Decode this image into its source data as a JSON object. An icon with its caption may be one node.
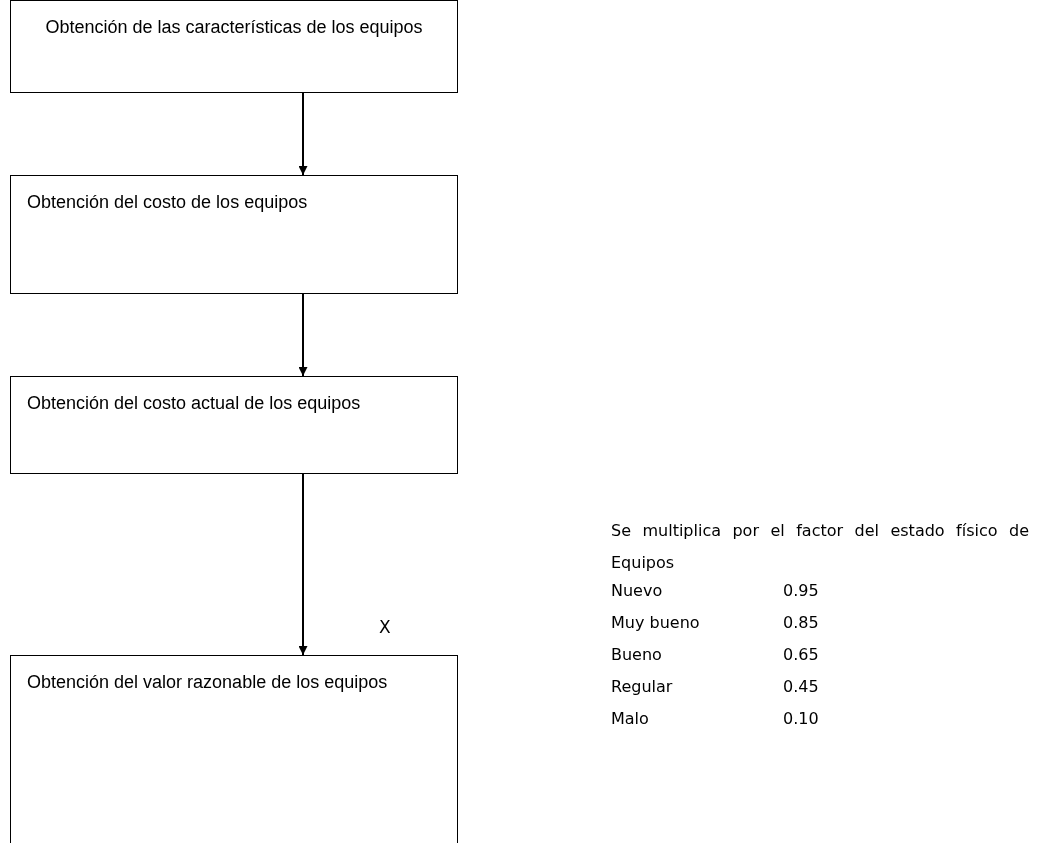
{
  "diagram": {
    "nodes": [
      {
        "text": [
          "Obtención de las características de los equipos"
        ]
      },
      {
        "text": [
          "Obtención del costo de los equipos"
        ]
      },
      {
        "text": [
          "Obtención del costo actual de los equipos"
        ]
      },
      {
        "text": [
          "Obtención del valor razonable de los equipos"
        ]
      }
    ],
    "edges": [
      {
        "from": 0,
        "to": 1,
        "arrow": "to"
      },
      {
        "from": 1,
        "to": 2,
        "arrow": "to"
      },
      {
        "from": 2,
        "to": 3,
        "arrow": "to",
        "label": "X"
      }
    ],
    "labels": [
      "Se multiplica por el factor del estado físico de Equipos",
      "Nuevo",
      "0.95",
      "Muy bueno",
      "0.85",
      "Bueno",
      "0.65",
      "Regular",
      "0.45",
      "Malo",
      "0.10"
    ]
  }
}
